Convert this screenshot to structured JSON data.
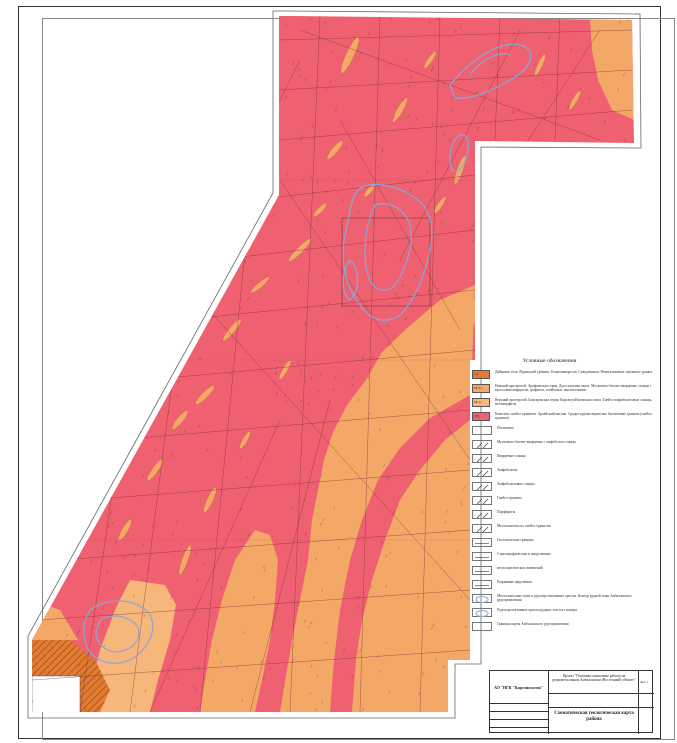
{
  "legend": {
    "title": "Условные обозначения",
    "items": [
      {
        "code": "λ₂β",
        "color": "#e27a31",
        "text": "Дайковые тела. Ятринский урбанис. Клиноакварелли. Сувидевники. Некоталиковые сероватые уранит"
      },
      {
        "code": "PR₁ba",
        "color": "#f4a868",
        "text": "Нижний протерозой. Арефьевская серия. Дугоскальная свита. Мусковито-биотит-кварцевые сланцы с прослоями кварцитов, графитов, плойчатые, высокоглинзит"
      },
      {
        "code": "PR₁ba",
        "color": "#f7b77a",
        "text": "Верхний протерозой. Бонгарачская серия. Карельтуйбиловская свита. Гнейсо-амфиболитовые сланцы, метаморфиты"
      },
      {
        "code": "γPR₁",
        "color": "#ef6170",
        "text": "Комплекс гнейсо-гранитов. Архейский массив. Средне-крупнозернистые биотитовые граниты (гнейсо-граниты)"
      },
      {
        "sym": "rect",
        "text": "Пегматиты"
      },
      {
        "sym": "dash",
        "text": "Мусковито-биотит-кварцевые с амфиболом сланцы"
      },
      {
        "sym": "dash",
        "text": "Кварцевые сланцы"
      },
      {
        "sym": "dash",
        "text": "Амфиболиты"
      },
      {
        "sym": "dash",
        "text": "Амфиболитовые сланцы"
      },
      {
        "sym": "dash",
        "text": "Гнейсо-граниты"
      },
      {
        "sym": "dash",
        "text": "Порфириты"
      },
      {
        "sym": "dash",
        "text": "Метасоматиты по гнейсо-гранитам"
      },
      {
        "sym": "line",
        "text": "Геологические границы"
      },
      {
        "sym": "line",
        "text": "Стратиграфические и интрузивные"
      },
      {
        "sym": "line",
        "text": "метасоматических изменений"
      },
      {
        "sym": "line",
        "text": "Разрывные нарушения"
      },
      {
        "sym": "blue",
        "text": "Металлоносные зоны и рудоперспективные ореолы. Контур рудной зоны Амбаланского рудопроявления"
      },
      {
        "sym": "blue",
        "text": "Рудоперспективные ореолы рудных зон и их номера"
      },
      {
        "sym": "rect",
        "text": "Границы карты Амбаланского рудопроявления"
      }
    ]
  },
  "titleblock": {
    "org": "АО \"НГК \"Карелиология\"",
    "project": "Проект \"Поисково-оценочные работы на редкометалльном Амбаланском (Восточный) объекте\"",
    "title": "Схематическая геологическая карта района",
    "sheet": "лист 1"
  },
  "colors": {
    "granite": "#ef6170",
    "schist": "#f4a868",
    "dike": "#e27a31",
    "blue_contour": "#8aa7d8"
  },
  "icons": [
    "tick-symbol",
    "fault-line",
    "ore-contour"
  ]
}
